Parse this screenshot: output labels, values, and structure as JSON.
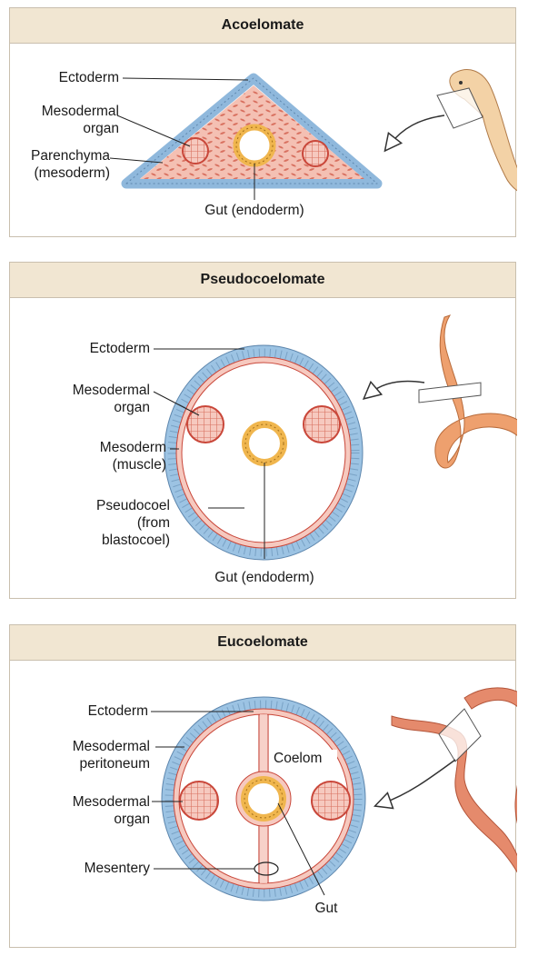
{
  "panels": {
    "acoelomate": {
      "title": "Acoelomate",
      "labels": {
        "ectoderm": "Ectoderm",
        "mesodermal_organ_1": "Mesodermal",
        "mesodermal_organ_2": "organ",
        "parenchyma_1": "Parenchyma",
        "parenchyma_2": "(mesoderm)",
        "gut": "Gut (endoderm)"
      }
    },
    "pseudocoelomate": {
      "title": "Pseudocoelomate",
      "labels": {
        "ectoderm": "Ectoderm",
        "mesodermal_organ_1": "Mesodermal",
        "mesodermal_organ_2": "organ",
        "mesoderm_1": "Mesoderm",
        "mesoderm_2": "(muscle)",
        "pseudocoel_1": "Pseudocoel",
        "pseudocoel_2": "(from",
        "pseudocoel_3": "blastocoel)",
        "gut": "Gut (endoderm)"
      }
    },
    "eucoelomate": {
      "title": "Eucoelomate",
      "labels": {
        "ectoderm": "Ectoderm",
        "peritoneum_1": "Mesodermal",
        "peritoneum_2": "peritoneum",
        "mesodermal_organ_1": "Mesodermal",
        "mesodermal_organ_2": "organ",
        "mesentery": "Mesentery",
        "coelom": "Coelom",
        "gut": "Gut"
      }
    }
  },
  "colors": {
    "ectoderm_blue": "#9cc3e3",
    "mesoderm_pink": "#f2b3a6",
    "gut_yellow": "#f3c96e",
    "worm_orange": "#e89a6a",
    "header_tan": "#f1e6d2"
  }
}
